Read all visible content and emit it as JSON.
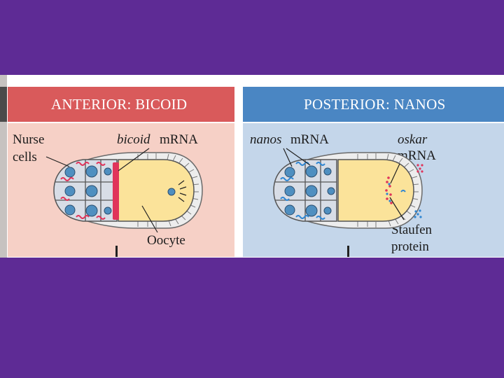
{
  "panels": [
    {
      "id": "anterior",
      "header": "ANTERIOR: BICOID",
      "labels": {
        "nurse_line1": "Nurse",
        "nurse_line2": "cells",
        "bicoid_italic": "bicoid",
        "bicoid_rest": "mRNA",
        "oocyte": "Oocyte"
      }
    },
    {
      "id": "posterior",
      "header": "POSTERIOR: NANOS",
      "labels": {
        "nanos_italic": "nanos",
        "nanos_rest": "mRNA",
        "oskar_line1": "oskar",
        "oskar_line2": "mRNA",
        "staufen_line1": "Staufen",
        "staufen_line2": "protein"
      }
    }
  ],
  "colors": {
    "background": "#5e2b95",
    "anterior_header": "#d95a5b",
    "anterior_panel": "#f6d0c6",
    "posterior_header": "#4a86c3",
    "posterior_panel": "#c4d6ea",
    "oocyte_yolk": "#fbe39a",
    "bicoid_mrna": "#e0345a",
    "nanos_mrna": "#2f86d2",
    "nucleus": "#4f8fc0"
  }
}
